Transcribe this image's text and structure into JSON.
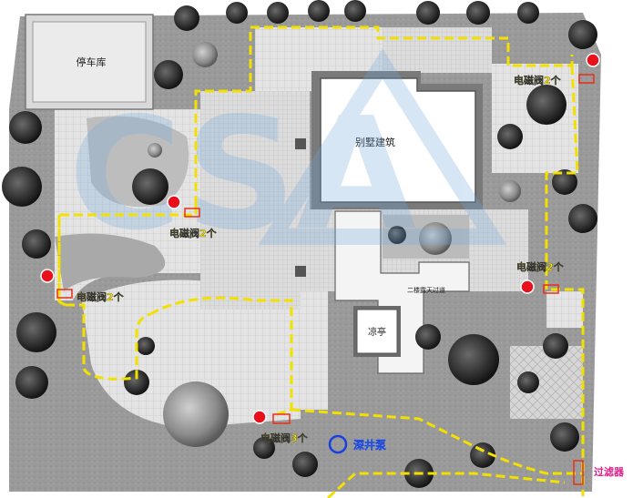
{
  "labels": {
    "garage": "停车库",
    "villa": "别墅建筑",
    "pavilion": "凉亭",
    "terrace": "二楼露天过道",
    "well_pump": "深井泵",
    "filter": "过滤器",
    "valve_top_right": "电磁阀2个",
    "valve_left_mid": "电磁阀2个",
    "valve_left": "电磁阀2个",
    "valve_right": "电磁阀2个",
    "valve_bottom": "电磁阀3个"
  },
  "colors": {
    "pipe": "#f2e000",
    "valve_dot": "#e8101a",
    "valve_box": "#e8301a",
    "valve_text": "#f2e000",
    "pump_ring": "#1a3fe0",
    "pump_text": "#3dd0ff",
    "filter_text": "#e0208a",
    "watermark": "#6fa8dc"
  }
}
